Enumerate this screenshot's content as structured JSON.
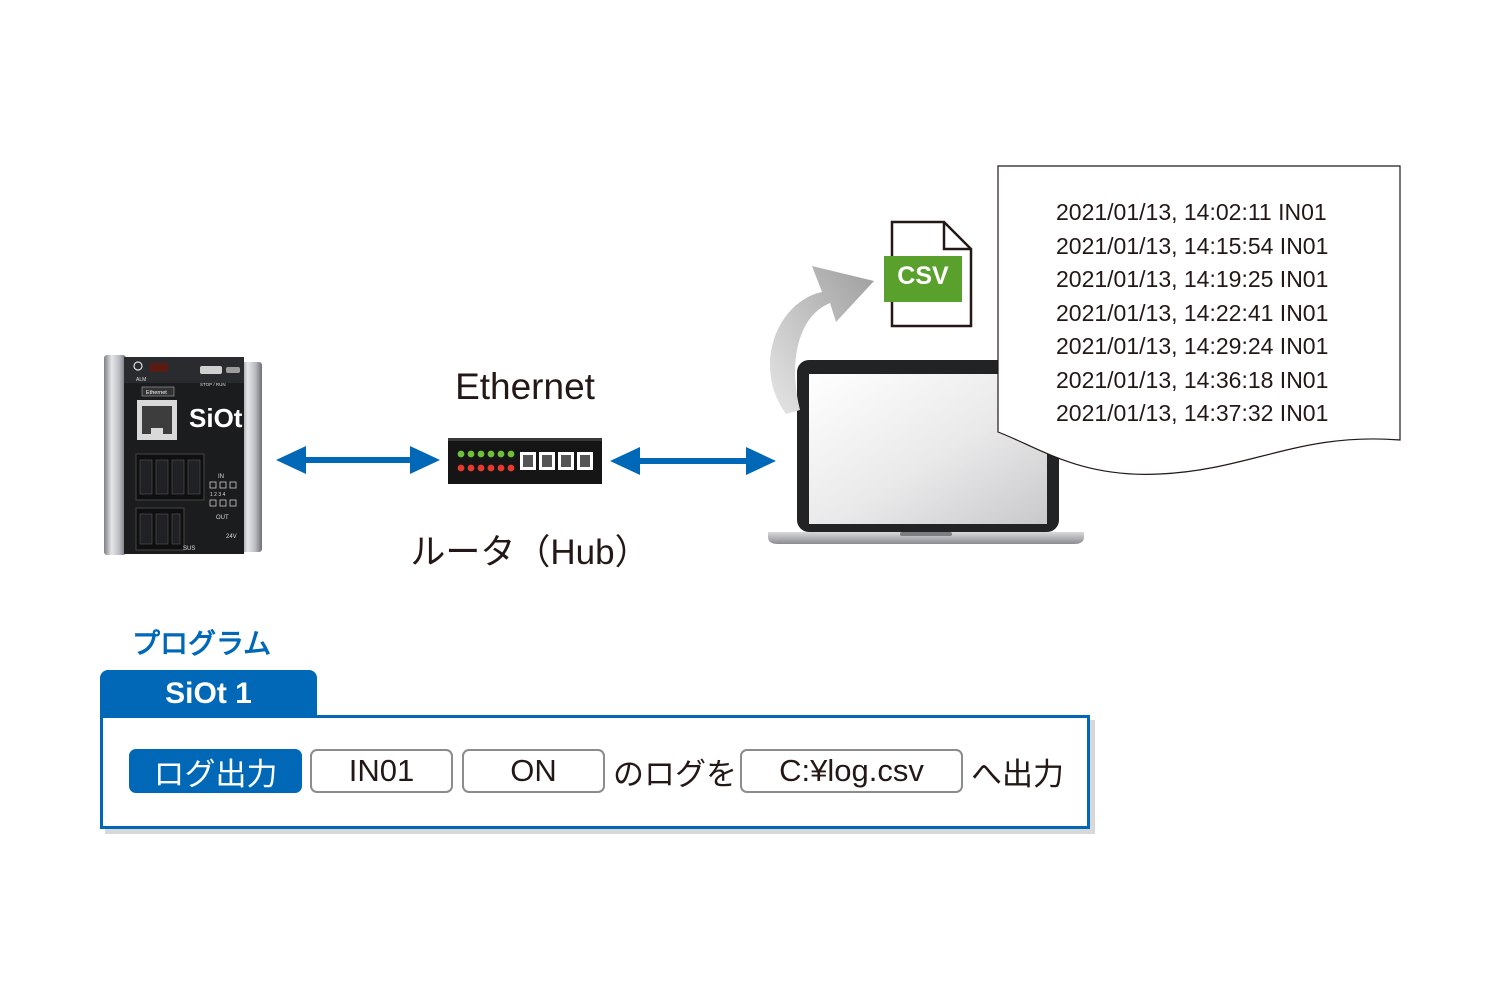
{
  "device": {
    "brand": "SiOt",
    "labels": [
      "ALM",
      "Ethernet",
      "STOP / RUN",
      "IN",
      "OUT",
      "SUS",
      "24V"
    ]
  },
  "network": {
    "ethernet_label": "Ethernet",
    "router_label": "ルータ（Hub）"
  },
  "file": {
    "csv_badge": "CSV"
  },
  "log": {
    "lines": [
      "2021/01/13, 14:02:11 IN01",
      "2021/01/13, 14:15:54 IN01",
      "2021/01/13, 14:19:25 IN01",
      "2021/01/13, 14:22:41 IN01",
      "2021/01/13, 14:29:24 IN01",
      "2021/01/13, 14:36:18 IN01",
      "2021/01/13, 14:37:32 IN01"
    ]
  },
  "program": {
    "title": "プログラム",
    "tab": "SiOt 1",
    "statement": {
      "action": "ログ出力",
      "input": "IN01",
      "state": "ON",
      "connector": "のログを",
      "path": "C:¥log.csv",
      "suffix": "へ出力"
    }
  },
  "colors": {
    "accent": "#0068b7",
    "csv_green": "#5aa02c",
    "text": "#231815"
  }
}
